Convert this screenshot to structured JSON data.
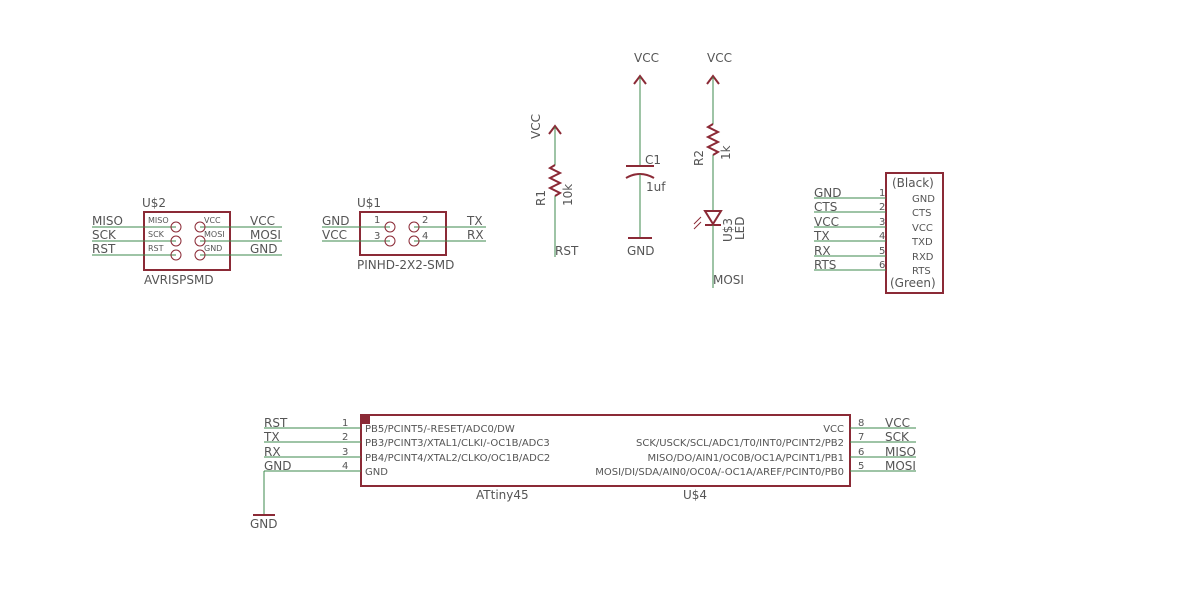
{
  "supply_symbols": {
    "vcc_r1": "VCC",
    "vcc_c1": "VCC",
    "vcc_r2": "VCC",
    "gnd_c1": "GND",
    "gnd_main": "GND"
  },
  "u2": {
    "name": "U$2",
    "value": "AVRISPSMD",
    "left_nets": [
      "MISO",
      "SCK",
      "RST"
    ],
    "right_nets": [
      "VCC",
      "MOSI",
      "GND"
    ],
    "left_pins": [
      "MISO",
      "SCK",
      "RST"
    ],
    "right_pins": [
      "VCC",
      "MOSI",
      "GND"
    ]
  },
  "u1": {
    "name": "U$1",
    "value": "PINHD-2X2-SMD",
    "left_nets": [
      "GND",
      "VCC"
    ],
    "right_nets": [
      "TX",
      "RX"
    ],
    "pins": [
      "1",
      "2",
      "3",
      "4"
    ]
  },
  "r1": {
    "name": "R1",
    "value": "10k",
    "net": "RST"
  },
  "c1": {
    "name": "C1",
    "value": "1uf"
  },
  "r2": {
    "name": "R2",
    "value": "1k"
  },
  "led": {
    "name": "U$3",
    "value": "LED",
    "net": "MOSI"
  },
  "ftdi": {
    "top_label": "(Black)",
    "bottom_label": "(Green)",
    "nets": [
      "GND",
      "CTS",
      "VCC",
      "TX",
      "RX",
      "RTS"
    ],
    "pin_numbers": [
      "1",
      "2",
      "3",
      "4",
      "5",
      "6"
    ],
    "pin_names": [
      "GND",
      "CTS",
      "VCC",
      "TXD",
      "RXD",
      "RTS"
    ]
  },
  "u4": {
    "name": "U$4",
    "value": "ATtiny45",
    "left_pins": [
      {
        "num": "1",
        "name": "PB5/PCINT5/-RESET/ADC0/DW",
        "net": "RST"
      },
      {
        "num": "2",
        "name": "PB3/PCINT3/XTAL1/CLKI/-OC1B/ADC3",
        "net": "TX"
      },
      {
        "num": "3",
        "name": "PB4/PCINT4/XTAL2/CLKO/OC1B/ADC2",
        "net": "RX"
      },
      {
        "num": "4",
        "name": "GND",
        "net": "GND"
      }
    ],
    "right_pins": [
      {
        "num": "8",
        "name": "VCC",
        "net": "VCC"
      },
      {
        "num": "7",
        "name": "SCK/USCK/SCL/ADC1/T0/INT0/PCINT2/PB2",
        "net": "SCK"
      },
      {
        "num": "6",
        "name": "MISO/DO/AIN1/OC0B/OC1A/PCINT1/PB1",
        "net": "MISO"
      },
      {
        "num": "5",
        "name": "MOSI/DI/SDA/AIN0/OC0A/-OC1A/AREF/PCINT0/PB0",
        "net": "MOSI"
      }
    ]
  }
}
